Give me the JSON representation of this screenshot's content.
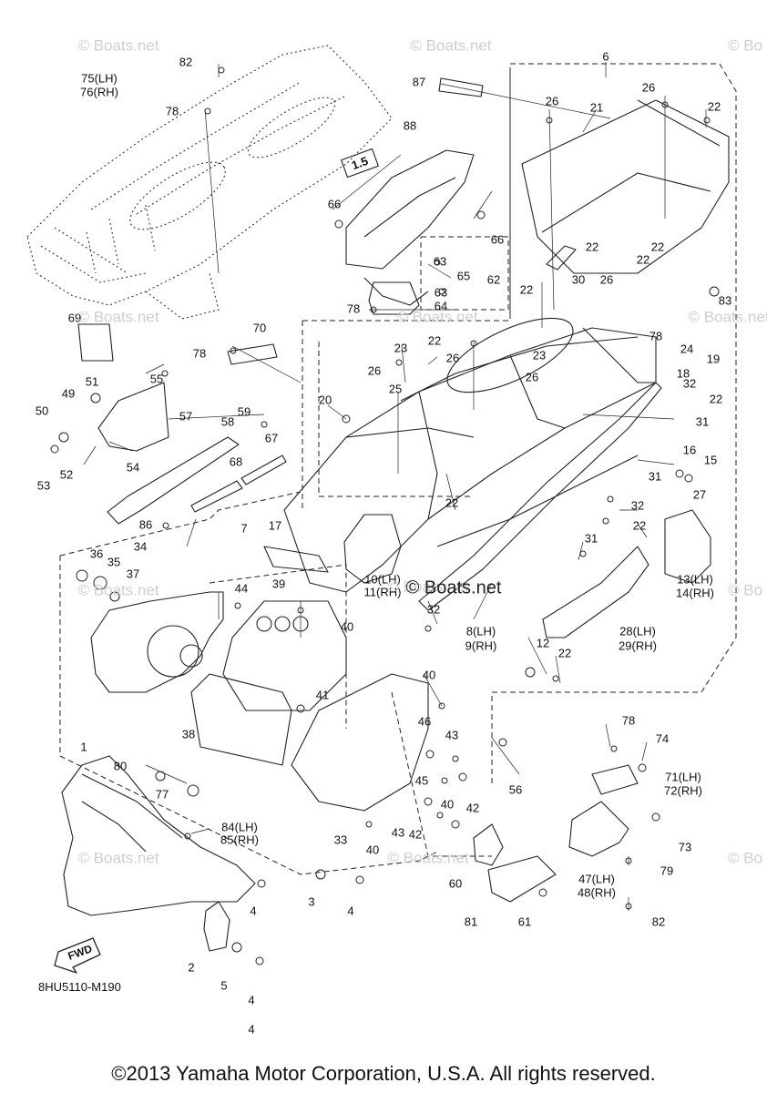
{
  "diagram": {
    "code": "8HU5110-M190",
    "copyright": "©2013 Yamaha Motor Corporation, U.S.A. All rights reserved.",
    "fwd_label": "FWD",
    "tank_decal": "1.5",
    "watermark": "© Boats.net",
    "watermarks": [
      "© Boats.net",
      "© Boats.net",
      "© Bo",
      "© Boats.net",
      "© Boats.net",
      "© Boats.net",
      "© Bo",
      "© Boats.net",
      "© Boats.net",
      "© Boats.net",
      "© Boats.net",
      "© Bo"
    ],
    "center_watermark": "© Boats.net",
    "callouts": [
      "1",
      "2",
      "3",
      "4",
      "4",
      "4",
      "4",
      "5",
      "6",
      "7",
      "8(LH)",
      "9(RH)",
      "10(LH)",
      "11(RH)",
      "12",
      "13(LH)",
      "14(RH)",
      "15",
      "16",
      "17",
      "18",
      "19",
      "20",
      "21",
      "22",
      "22",
      "22",
      "22",
      "22",
      "22",
      "22",
      "22",
      "22",
      "22",
      "23",
      "23",
      "24",
      "25",
      "26",
      "26",
      "26",
      "26",
      "26",
      "26",
      "27",
      "28(LH)",
      "29(RH)",
      "30",
      "31",
      "31",
      "31",
      "32",
      "32",
      "32",
      "33",
      "34",
      "35",
      "36",
      "37",
      "38",
      "39",
      "40",
      "40",
      "40",
      "40",
      "41",
      "42",
      "42",
      "43",
      "43",
      "44",
      "45",
      "46",
      "47(LH)",
      "48(RH)",
      "49",
      "50",
      "51",
      "52",
      "53",
      "54",
      "55",
      "56",
      "57",
      "58",
      "59",
      "60",
      "61",
      "62",
      "63",
      "63",
      "64",
      "65",
      "66",
      "66",
      "67",
      "68",
      "69",
      "70",
      "71(LH)",
      "72(RH)",
      "73",
      "74",
      "75(LH)",
      "76(RH)",
      "77",
      "78",
      "78",
      "78",
      "78",
      "78",
      "79",
      "80",
      "81",
      "82",
      "82",
      "83",
      "84(LH)",
      "85(RH)",
      "86",
      "87",
      "88"
    ]
  }
}
